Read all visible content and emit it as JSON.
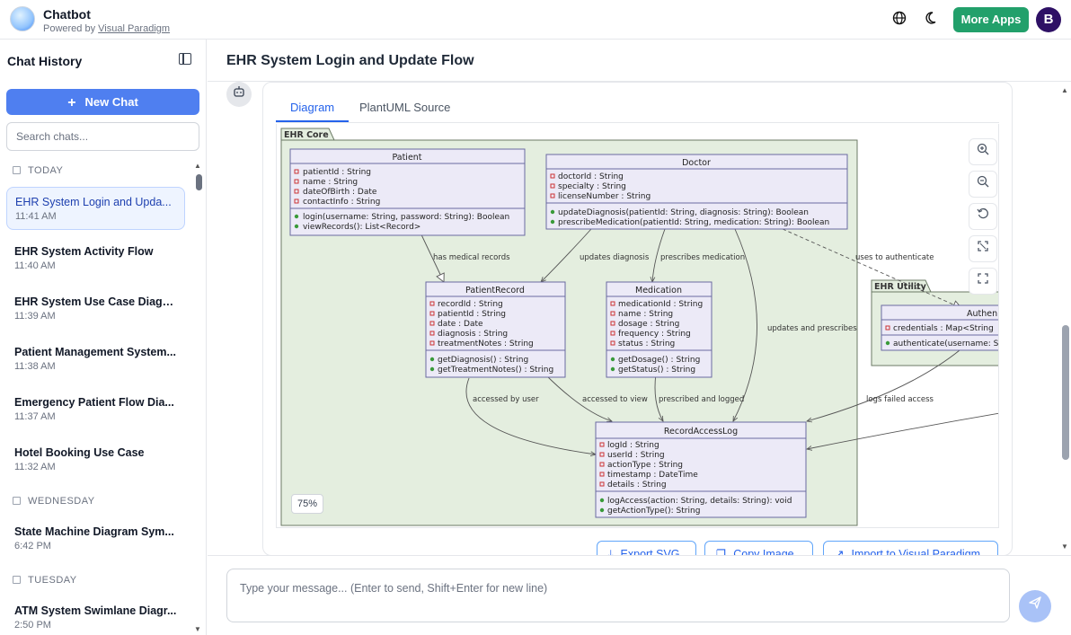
{
  "header": {
    "app_title": "Chatbot",
    "powered_prefix": "Powered by ",
    "powered_link": "Visual Paradigm",
    "more_apps": "More Apps",
    "avatar_initial": "B"
  },
  "sidebar": {
    "title": "Chat History",
    "new_chat": "New Chat",
    "search_placeholder": "Search chats...",
    "groups": [
      "TODAY",
      "WEDNESDAY",
      "TUESDAY"
    ],
    "items": [
      {
        "title": "EHR System Login and Upda...",
        "time": "11:41 AM"
      },
      {
        "title": "EHR System Activity Flow",
        "time": "11:40 AM"
      },
      {
        "title": "EHR System Use Case Diagram",
        "time": "11:39 AM"
      },
      {
        "title": "Patient Management System...",
        "time": "11:38 AM"
      },
      {
        "title": "Emergency Patient Flow Dia...",
        "time": "11:37 AM"
      },
      {
        "title": "Hotel Booking Use Case",
        "time": "11:32 AM"
      },
      {
        "title": "State Machine Diagram Sym...",
        "time": "6:42 PM"
      },
      {
        "title": "ATM System Swimlane Diagr...",
        "time": "2:50 PM"
      }
    ]
  },
  "main": {
    "title": "EHR System Login and Update Flow",
    "tabs": [
      "Diagram",
      "PlantUML Source"
    ],
    "zoom": "75%",
    "buttons": [
      "Export SVG",
      "Copy Image",
      "Import to Visual Paradigm"
    ],
    "message_placeholder": "Type your message... (Enter to send, Shift+Enter for new line)"
  },
  "diagram": {
    "packages": [
      "EHR Core",
      "EHR Utility"
    ],
    "classes": {
      "patient": {
        "name": "Patient",
        "attrs": [
          "patientId : String",
          "name : String",
          "dateOfBirth : Date",
          "contactInfo : String"
        ],
        "ops": [
          "login(username: String, password: String): Boolean",
          "viewRecords(): List<Record>"
        ]
      },
      "doctor": {
        "name": "Doctor",
        "attrs": [
          "doctorId : String",
          "specialty : String",
          "licenseNumber : String"
        ],
        "ops": [
          "updateDiagnosis(patientId: String, diagnosis: String): Boolean",
          "prescribeMedication(patientId: String, medication: String): Boolean"
        ]
      },
      "record": {
        "name": "PatientRecord",
        "attrs": [
          "recordId : String",
          "patientId : String",
          "date : Date",
          "diagnosis : String",
          "treatmentNotes : String"
        ],
        "ops": [
          "getDiagnosis() : String",
          "getTreatmentNotes() : String"
        ]
      },
      "medication": {
        "name": "Medication",
        "attrs": [
          "medicationId : String",
          "name : String",
          "dosage : String",
          "frequency : String",
          "status : String"
        ],
        "ops": [
          "getDosage() : String",
          "getStatus() : String"
        ]
      },
      "log": {
        "name": "RecordAccessLog",
        "attrs": [
          "logId : String",
          "userId : String",
          "actionType : String",
          "timestamp : DateTime",
          "details : String"
        ],
        "ops": [
          "logAccess(action: String, details: String): void",
          "getActionType(): String"
        ]
      },
      "auth": {
        "name": "Authen",
        "attrs": [
          "credentials : Map<String"
        ],
        "ops": [
          "authenticate(username: S"
        ]
      }
    },
    "edge_labels": {
      "has_records": "has medical records",
      "updates_diag": "updates diagnosis",
      "prescribes": "prescribes medication",
      "uses_auth": "uses to authenticate",
      "updates_prescribes": "updates and prescribes",
      "accessed_user": "accessed by user",
      "accessed_view": "accessed to view",
      "prescribed_logged": "prescribed and logged",
      "logs_failed": "logs failed access"
    }
  },
  "colors": {
    "accent": "#4f7ff0",
    "more_apps": "#22a06b",
    "package_fill": "#e4eedf",
    "class_fill": "#eceaf7"
  }
}
